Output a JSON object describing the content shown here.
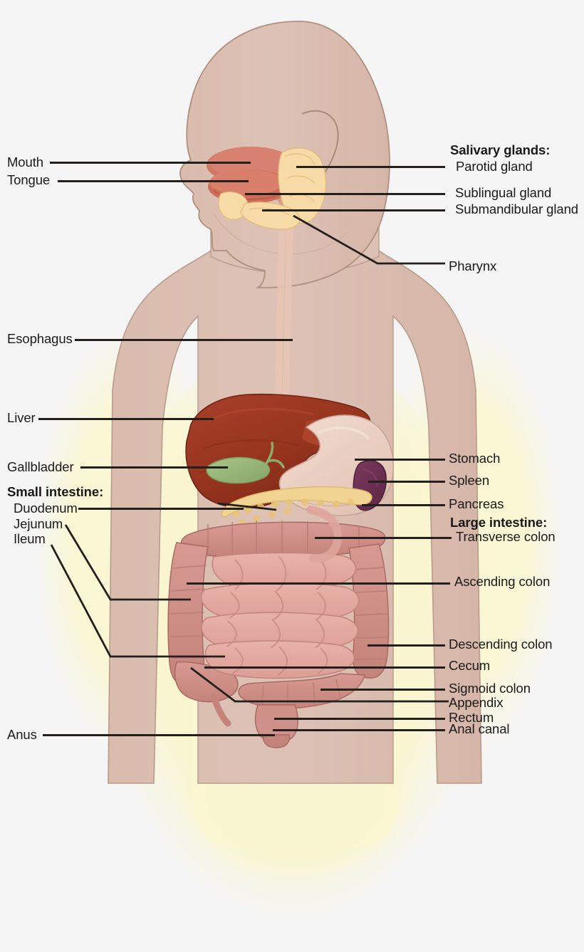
{
  "diagram": {
    "title": "Human digestive system",
    "type": "labeled anatomical illustration",
    "background_color": "#f5f5f5",
    "glow_color": "#faf7d5",
    "skin_color": "#dcc0b4",
    "leader_line_color": "#231f1c"
  },
  "labels_left": [
    {
      "id": "mouth",
      "text": "Mouth",
      "bold": false,
      "indent": 0
    },
    {
      "id": "tongue",
      "text": "Tongue",
      "bold": false,
      "indent": 0
    },
    {
      "id": "esophagus",
      "text": "Esophagus",
      "bold": false,
      "indent": 0
    },
    {
      "id": "liver",
      "text": "Liver",
      "bold": false,
      "indent": 0
    },
    {
      "id": "gallbladder",
      "text": "Gallbladder",
      "bold": false,
      "indent": 0
    },
    {
      "id": "small-intestine-heading",
      "text": "Small intestine:",
      "bold": true,
      "indent": 0
    },
    {
      "id": "duodenum",
      "text": "Duodenum",
      "bold": false,
      "indent": 1
    },
    {
      "id": "jejunum",
      "text": "Jejunum",
      "bold": false,
      "indent": 1
    },
    {
      "id": "ileum",
      "text": "Ileum",
      "bold": false,
      "indent": 1
    },
    {
      "id": "anus",
      "text": "Anus",
      "bold": false,
      "indent": 0
    }
  ],
  "labels_right": [
    {
      "id": "salivary-glands-heading",
      "text": "Salivary glands:",
      "bold": true,
      "indent": 0
    },
    {
      "id": "parotid-gland",
      "text": "Parotid gland",
      "bold": false,
      "indent": 0
    },
    {
      "id": "sublingual-gland",
      "text": "Sublingual gland",
      "bold": false,
      "indent": 0
    },
    {
      "id": "submandibular-gland",
      "text": "Submandibular gland",
      "bold": false,
      "indent": 0
    },
    {
      "id": "pharynx",
      "text": "Pharynx",
      "bold": false,
      "indent": 0
    },
    {
      "id": "stomach",
      "text": "Stomach",
      "bold": false,
      "indent": 0
    },
    {
      "id": "spleen",
      "text": "Spleen",
      "bold": false,
      "indent": 0
    },
    {
      "id": "pancreas",
      "text": "Pancreas",
      "bold": false,
      "indent": 0
    },
    {
      "id": "large-intestine-heading",
      "text": "Large intestine:",
      "bold": true,
      "indent": 0
    },
    {
      "id": "transverse-colon",
      "text": "Transverse colon",
      "bold": false,
      "indent": 1
    },
    {
      "id": "ascending-colon",
      "text": "Ascending colon",
      "bold": false,
      "indent": 0
    },
    {
      "id": "descending-colon",
      "text": "Descending colon",
      "bold": false,
      "indent": 0
    },
    {
      "id": "cecum",
      "text": "Cecum",
      "bold": false,
      "indent": 0
    },
    {
      "id": "sigmoid-colon",
      "text": "Sigmoid colon",
      "bold": false,
      "indent": 0
    },
    {
      "id": "appendix",
      "text": "Appendix",
      "bold": false,
      "indent": 0
    },
    {
      "id": "rectum",
      "text": "Rectum",
      "bold": false,
      "indent": 0
    },
    {
      "id": "anal-canal",
      "text": "Anal canal",
      "bold": false,
      "indent": 0
    }
  ],
  "organ_colors": {
    "liver": "#9e3b28",
    "liver_dark": "#7d2b1c",
    "gallbladder": "#9ab87a",
    "stomach": "#e9cfc1",
    "spleen": "#6b2f52",
    "pancreas": "#f2d492",
    "large_intestine": "#cf9189",
    "small_intestine": "#e3a9a0",
    "tongue": "#d9715f",
    "mouth": "#c96a58",
    "salivary_gland": "#f6d9a0",
    "esophagus": "#e3bfae"
  }
}
